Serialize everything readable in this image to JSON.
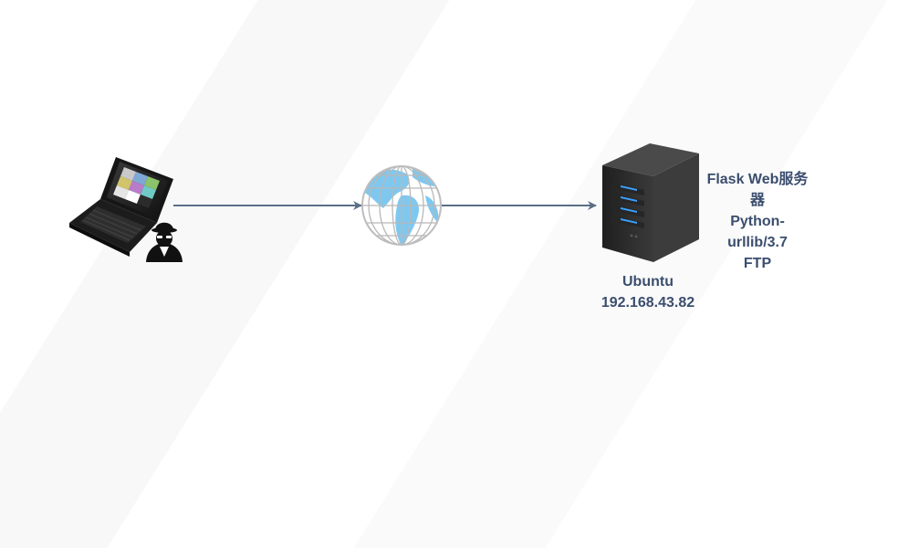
{
  "server": {
    "services": [
      "Flask Web服务器",
      "Python-urllib/3.7",
      "FTP"
    ],
    "name": "Ubuntu",
    "ip": "192.168.43.82"
  },
  "icons": {
    "attacker": "laptop-with-hacker-icon",
    "network": "globe-icon",
    "target": "server-tower-icon"
  },
  "colors": {
    "arrow": "#5b6f86",
    "label": "#3b4e6e",
    "globe_land": "#7ec8f0",
    "server_body": "#2f2f2f",
    "server_led": "#3aa0ff"
  }
}
